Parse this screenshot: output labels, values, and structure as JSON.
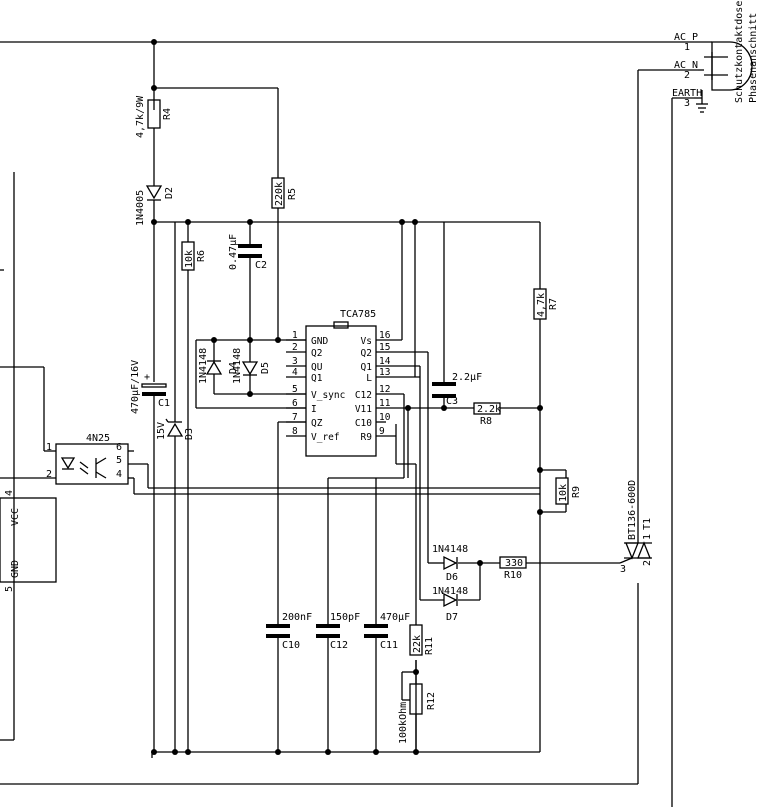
{
  "connector": {
    "name_line1": "Schutzkontaktdose",
    "name_line2": "Phasenanschnitt",
    "pin1_net": "AC_P",
    "pin1_num": "1",
    "pin2_net": "AC_N",
    "pin2_num": "2",
    "pin3_net": "EARTH",
    "pin3_num": "3"
  },
  "r4": {
    "ref": "R4",
    "value": "4,7k/9W"
  },
  "d2": {
    "ref": "D2",
    "value": "1N4005"
  },
  "r5": {
    "ref": "R5",
    "value": "220k"
  },
  "c2": {
    "ref": "C2",
    "value": "0.47µF"
  },
  "r6": {
    "ref": "R6",
    "value": "10k"
  },
  "r7": {
    "ref": "R7",
    "value": "4,7k"
  },
  "c1": {
    "ref": "C1",
    "value": "470µF/16V",
    "plus": "+"
  },
  "d3": {
    "ref": "D3",
    "value": "15V"
  },
  "d4": {
    "ref": "D4",
    "value": "1N4148"
  },
  "d5": {
    "ref": "D5",
    "value": "1N4148"
  },
  "ic": {
    "name": "TCA785",
    "left_pins": [
      {
        "num": "1",
        "name": "GND"
      },
      {
        "num": "2",
        "name": "Q2"
      },
      {
        "num": "3",
        "name": "QU"
      },
      {
        "num": "4",
        "name": "Q1"
      },
      {
        "num": "5",
        "name": "V_sync"
      },
      {
        "num": "6",
        "name": "I"
      },
      {
        "num": "7",
        "name": "QZ"
      },
      {
        "num": "8",
        "name": "V_ref"
      }
    ],
    "right_pins": [
      {
        "num": "16",
        "name": "Vs"
      },
      {
        "num": "15",
        "name": "Q2"
      },
      {
        "num": "14",
        "name": "Q1"
      },
      {
        "num": "13",
        "name": "L"
      },
      {
        "num": "12",
        "name": "C12"
      },
      {
        "num": "11",
        "name": "V11"
      },
      {
        "num": "10",
        "name": "C10"
      },
      {
        "num": "9",
        "name": "R9"
      }
    ]
  },
  "c3": {
    "ref": "C3",
    "value": "2.2µF"
  },
  "r8": {
    "ref": "R8",
    "value": "2.2k"
  },
  "r9": {
    "ref": "R9",
    "value": "10k"
  },
  "opto": {
    "name": "4N25",
    "pins": {
      "p1": "1",
      "p2": "2",
      "p4": "4",
      "p5": "5",
      "p6": "6"
    }
  },
  "mcu": {
    "vcc": "VCC",
    "gnd": "GND",
    "pin_vcc": "4",
    "pin_gnd": "5"
  },
  "d6": {
    "ref": "D6",
    "value": "1N4148"
  },
  "d7": {
    "ref": "D7",
    "value": "1N4148"
  },
  "r10": {
    "ref": "R10",
    "value": "330"
  },
  "triac": {
    "ref": "T1",
    "value": "BT136-600D",
    "pin1": "1",
    "pin2": "2",
    "pin3": "3"
  },
  "c10": {
    "ref": "C10",
    "value": "200nF"
  },
  "c12": {
    "ref": "C12",
    "value": "150pF"
  },
  "c11": {
    "ref": "C11",
    "value": "470µF"
  },
  "r11": {
    "ref": "R11",
    "value": "22k"
  },
  "r12": {
    "ref": "R12",
    "value": "100kOhm"
  }
}
